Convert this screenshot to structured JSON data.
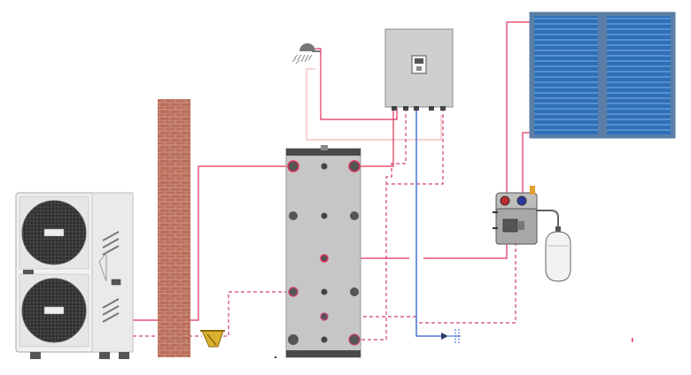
{
  "diagram": {
    "components": [
      {
        "id": "outdoor-unit",
        "kind": "heat-pump-outdoor-unit"
      },
      {
        "id": "brick-wall",
        "kind": "wall"
      },
      {
        "id": "storage-tank",
        "kind": "buffer-tank"
      },
      {
        "id": "control-unit",
        "kind": "indoor-control-box"
      },
      {
        "id": "shower-head",
        "kind": "shower"
      },
      {
        "id": "solar-collectors",
        "kind": "solar-thermal-panels",
        "count": 2
      },
      {
        "id": "solar-pump-station",
        "kind": "pump-station"
      },
      {
        "id": "expansion-vessel",
        "kind": "expansion-tank"
      },
      {
        "id": "y-strainer",
        "kind": "filter"
      },
      {
        "id": "cold-water-inlet",
        "kind": "water-inlet"
      }
    ],
    "colors": {
      "hot_line": "#e0305a",
      "return_dashed": "#d0407a",
      "cold_line": "#2a5fd0",
      "light_line": "#f2b8b8",
      "brick": "#b96f5c",
      "tank": "#c6c6c6",
      "panel": "#2f6fb8",
      "panel_frame": "#5a7ea6",
      "strainer": "#d9b030"
    },
    "icons": [
      "fan-icon",
      "shower-icon",
      "display-icon",
      "pump-icon",
      "strainer-icon",
      "valve-icon"
    ]
  }
}
